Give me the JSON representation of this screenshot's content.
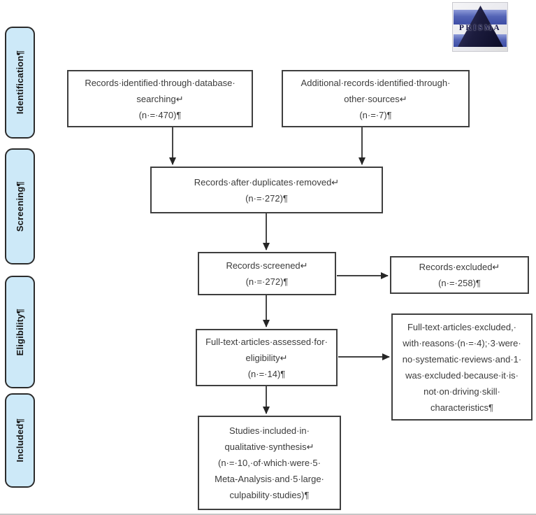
{
  "logo": {
    "text": "PRISMA"
  },
  "stages": [
    {
      "label": "Identification¶"
    },
    {
      "label": "Screening¶"
    },
    {
      "label": "Eligibility¶"
    },
    {
      "label": "Included¶"
    }
  ],
  "boxes": {
    "identified": {
      "lines": [
        "Records·identified·through·database·",
        "searching↵",
        "(n·=·470)¶"
      ]
    },
    "additional": {
      "lines": [
        "Additional·records·identified·through·",
        "other·sources↵",
        "(n·=·7)¶"
      ]
    },
    "deduplicated": {
      "lines": [
        "Records·after·duplicates·removed↵",
        "(n·=·272)¶"
      ]
    },
    "screened": {
      "lines": [
        "Records·screened↵",
        "(n·=·272)¶"
      ]
    },
    "records_excluded": {
      "lines": [
        "Records·excluded↵",
        "(n·=·258)¶"
      ]
    },
    "fulltext_assessed": {
      "lines": [
        "Full-text·articles·assessed·for·",
        "eligibility↵",
        "(n·=·14)¶"
      ]
    },
    "fulltext_excluded": {
      "lines": [
        "Full-text·articles·excluded,·",
        "with·reasons·(n·=·4);·3·were·",
        "no·systematic·reviews·and·1·",
        "was·excluded·because·it·is·",
        "not·on·driving·skill·",
        "characteristics¶"
      ]
    },
    "included_studies": {
      "lines": [
        "Studies·included·in·",
        "qualitative·synthesis↵",
        "(n·=·10,·of·which·were·5·",
        "Meta-Analysis·and·5·large·",
        "culpability·studies)¶"
      ]
    }
  },
  "colors": {
    "stage_fill": "#cde9f8",
    "box_border": "#3f3f3f",
    "box_text": "#3b3b3b",
    "arrow": "#262626",
    "logo_bar": "#5464b6",
    "logo_triangle": "#1c1c3e"
  }
}
